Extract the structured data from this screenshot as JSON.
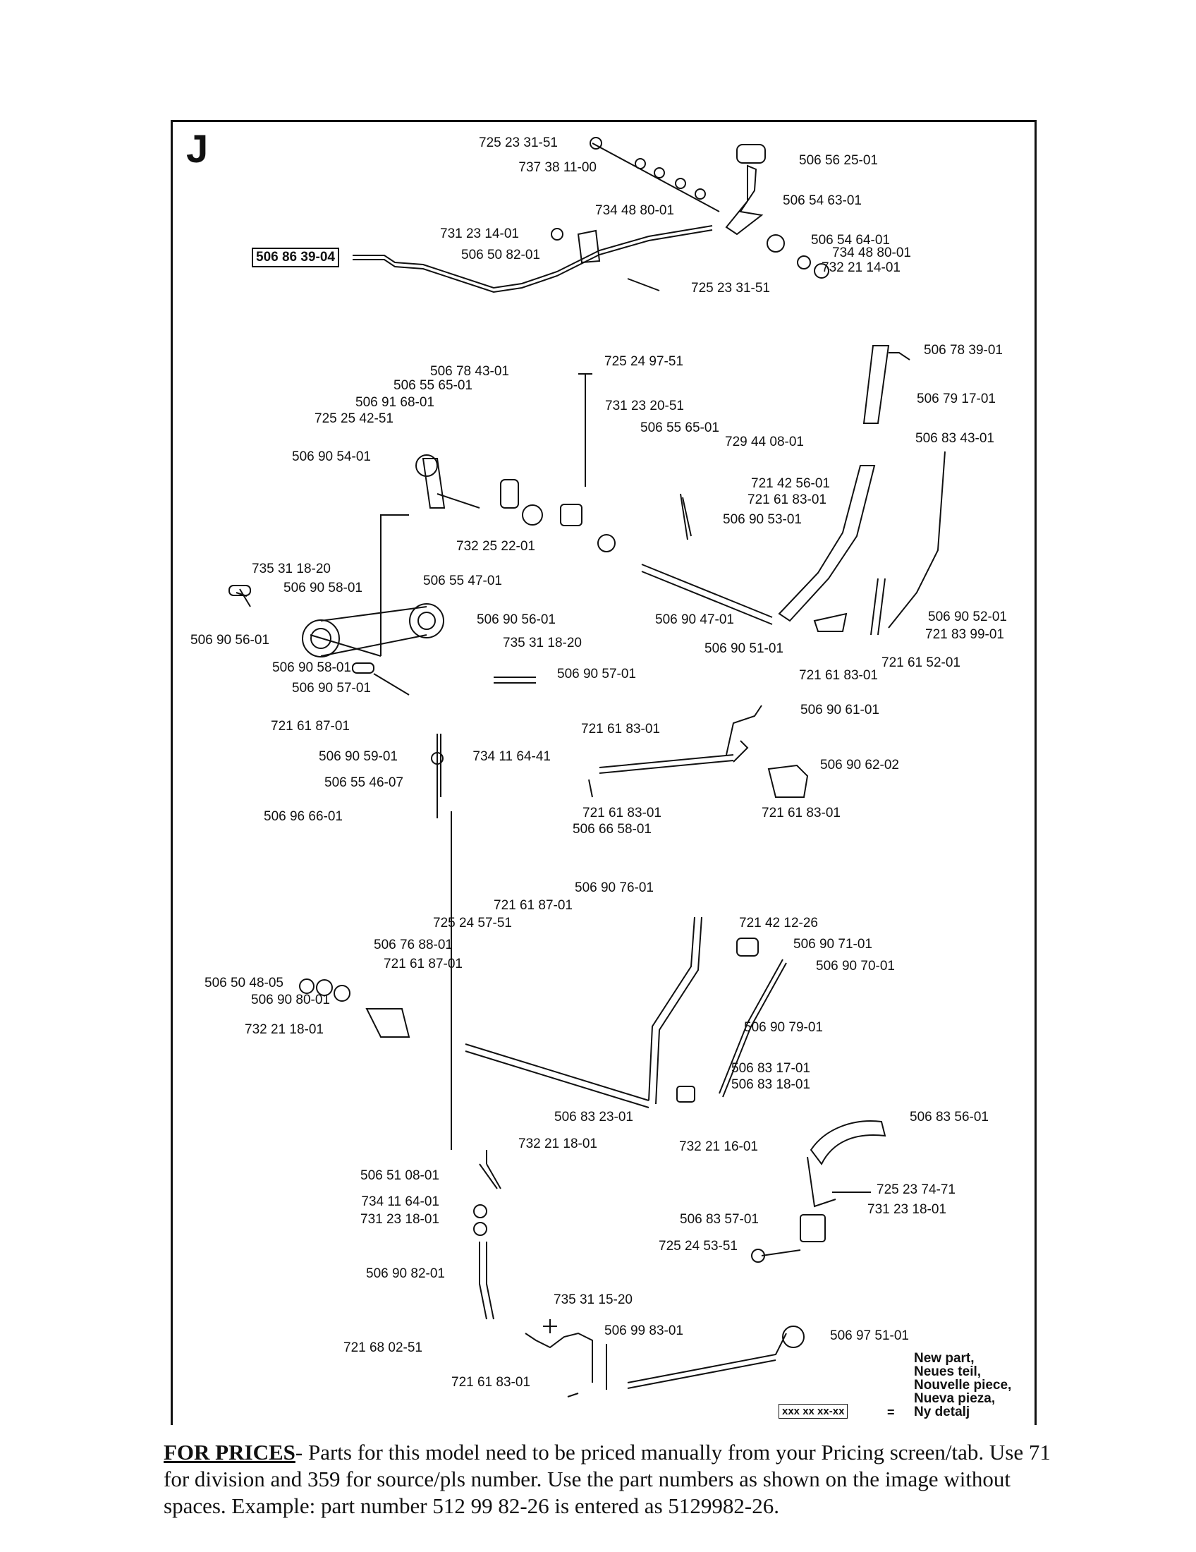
{
  "section": "J",
  "new_part_legend": {
    "box": "xxx xx xx-xx",
    "eq": "=",
    "lines": [
      "New part,",
      "Neues teil,",
      "Nouvelle piece,",
      "Nueva pieza,",
      "Ny detalj"
    ]
  },
  "part_labels": [
    "725 23 31-51",
    "737 38 11-00",
    "506 56 25-01",
    "506 54 63-01",
    "734 48 80-01",
    "731 23 14-01",
    "506 50 82-01",
    "506 54 64-01",
    "734 48 80-01",
    "732 21 14-01",
    "506 86 39-04",
    "725 23 31-51",
    "506 78 39-01",
    "725 24 97-51",
    "506 78 43-01",
    "506 55 65-01",
    "506 91 68-01",
    "725 25 42-51",
    "731 23 20-51",
    "506 79 17-01",
    "506 55 65-01",
    "729 44 08-01",
    "506 83 43-01",
    "506 90 54-01",
    "721 42 56-01",
    "721 61 83-01",
    "506 90 53-01",
    "732 25 22-01",
    "735 31 18-20",
    "506 90 58-01",
    "506 55 47-01",
    "506 90 56-01",
    "506 90 47-01",
    "506 90 52-01",
    "506 90 56-01",
    "735 31 18-20",
    "506 90 51-01",
    "721 83 99-01",
    "506 90 58-01",
    "506 90 57-01",
    "721 61 52-01",
    "506 90 57-01",
    "721 61 83-01",
    "506 90 61-01",
    "721 61 87-01",
    "721 61 83-01",
    "506 90 59-01",
    "734 11 64-41",
    "506 90 62-02",
    "506 55 46-07",
    "721 61 83-01",
    "721 61 83-01",
    "506 96 66-01",
    "506 66 58-01",
    "506 90 76-01",
    "721 61 87-01",
    "725 24 57-51",
    "721 42 12-26",
    "506 76 88-01",
    "506 90 71-01",
    "721 61 87-01",
    "506 90 70-01",
    "506 50 48-05",
    "506 90 80-01",
    "732 21 18-01",
    "506 90 79-01",
    "506 83 17-01",
    "506 83 18-01",
    "506 83 23-01",
    "506 83 56-01",
    "732 21 18-01",
    "732 21 16-01",
    "506 51 08-01",
    "725 23 74-71",
    "734 11 64-01",
    "731 23 18-01",
    "506 83 57-01",
    "731 23 18-01",
    "725 24 53-51",
    "506 90 82-01",
    "735 31 15-20",
    "506 99 83-01",
    "721 68 02-51",
    "506 97 51-01",
    "721 61 83-01"
  ],
  "footer": {
    "lead": "FOR PRICES",
    "text": "- Parts for this model need to be priced manually from your Pricing screen/tab. Use 71 for division and 359 for source/pls number.  Use the part numbers as shown on the image without spaces.  Example: part number 512 99 82-26 is entered as 5129982-26."
  }
}
